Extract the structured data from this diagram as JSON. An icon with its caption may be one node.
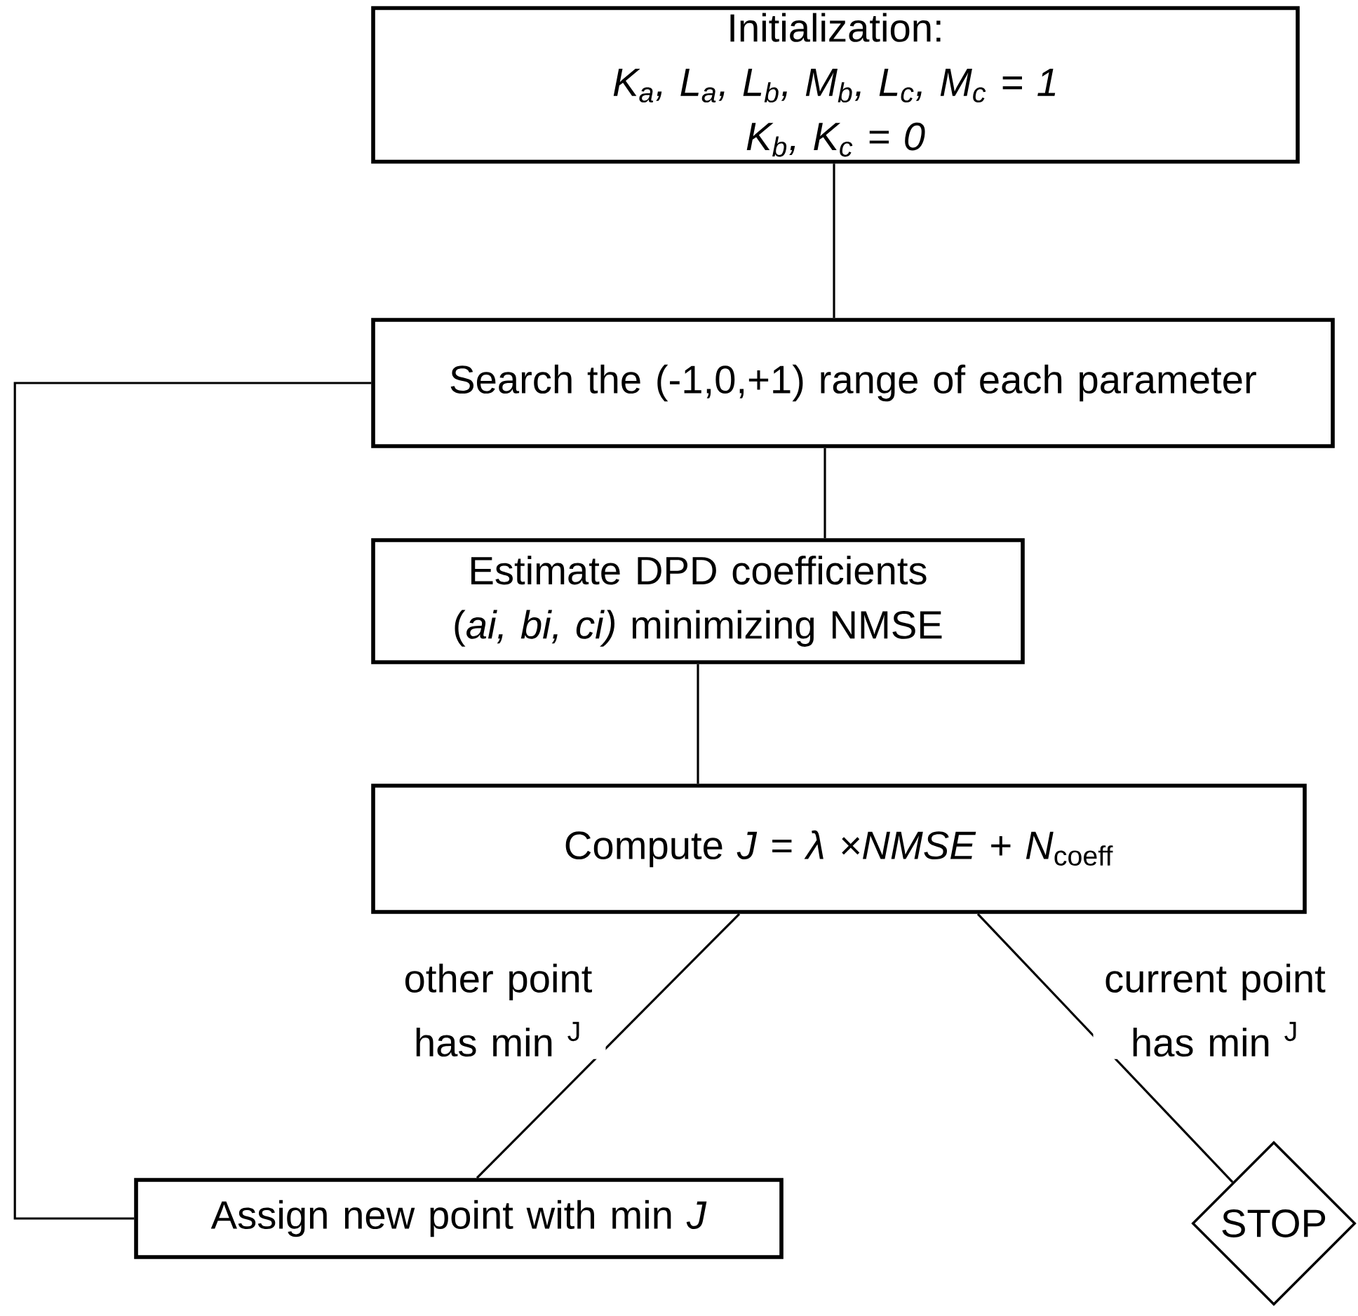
{
  "diagram": {
    "nodes": [
      {
        "text": [
          "Initialization:",
          "K$_{a}$, L$_{a}$, L$_{b}$, M$_{b}$, L$_{c}$, M$_{c}$ = 1",
          "K$_{b}$, K$_{c}$ = 0"
        ]
      },
      {
        "text": [
          "Search the (-1,0,+1) range of each parameter"
        ]
      },
      {
        "text": [
          "Estimate DPD coefficients (*ai, bi, ci)* minimizing NMSE"
        ]
      },
      {
        "text": [
          "Compute *J = λ ×NMSE + N*$_{coeff}$"
        ]
      },
      {
        "text": [
          "Assign new point with min *J*"
        ]
      },
      {
        "text": [
          "STOP"
        ]
      }
    ],
    "edges": [
      {
        "from": 0,
        "to": 1,
        "arrow": "none"
      },
      {
        "from": 1,
        "to": 2,
        "arrow": "none"
      },
      {
        "from": 2,
        "to": 3,
        "arrow": "none"
      },
      {
        "from": 3,
        "to": 4,
        "arrow": "none",
        "label": "other point has min $^{J}$"
      },
      {
        "from": 3,
        "to": 5,
        "arrow": "none",
        "label": "current point has min $^{J}$"
      },
      {
        "from": 4,
        "to": 1,
        "arrow": "none"
      }
    ]
  }
}
